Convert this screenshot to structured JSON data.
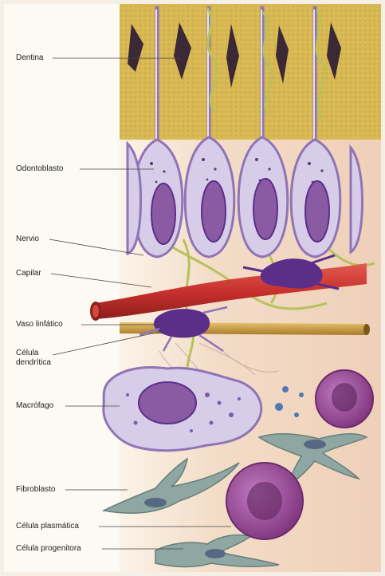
{
  "labels": {
    "dentina": "Dentina",
    "odontoblasto": "Odontoblasto",
    "nervio": "Nervio",
    "capilar": "Capilar",
    "vaso_linfatico": "Vaso linfático",
    "celula_dendritica_1": "Célula",
    "celula_dendritica_2": "dendrítica",
    "macrofago": "Macrófago",
    "fibroblasto": "Fibroblasto",
    "celula_plasmatica": "Célula plasmática",
    "celula_progenitora": "Célula progenitora"
  },
  "colors": {
    "dentin": "#e2c35a",
    "pulp": "#f3dfcd",
    "cell_fill": "#d8cde8",
    "cell_edge": "#8f74b6",
    "nucleus": "#8a5aa3",
    "capillary": "#c8302d",
    "lymph_vessel": "#c99a3a",
    "nerve": "#b7c25a",
    "fibroblast": "#8fa7a3",
    "plasma_cell": "#92438f",
    "dendritic": "#5b2e8a"
  }
}
